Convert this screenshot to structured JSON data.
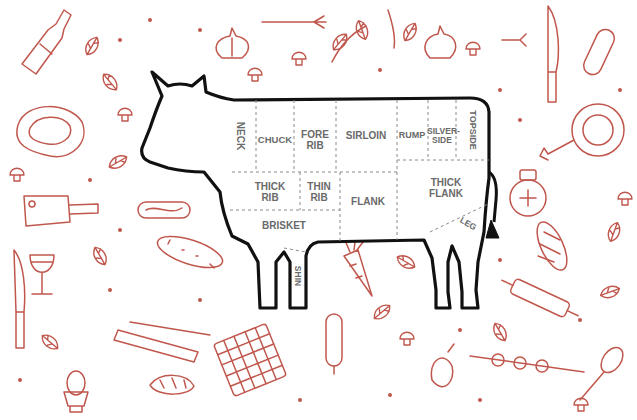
{
  "diagram": {
    "labels": [
      "NECK",
      "CHUCK",
      "FORE RIB",
      "SIRLOIN",
      "RUMP",
      "SILVER- SIDE",
      "TOPSIDE",
      "THICK RIB",
      "THIN RIB",
      "FLANK",
      "THICK FLANK",
      "BRISKET",
      "LEG",
      "SHIN"
    ]
  }
}
